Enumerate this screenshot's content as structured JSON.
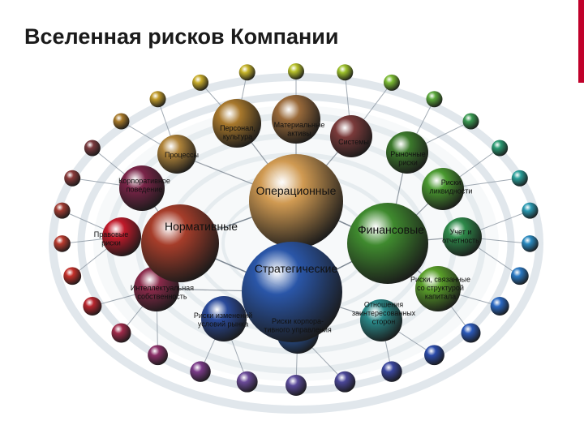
{
  "slide": {
    "title": "Вселенная рисков Компании",
    "accent_color": "#c0002a"
  },
  "categories": [
    {
      "id": "operational",
      "label": "Операционные",
      "color": "#d09a52"
    },
    {
      "id": "normative",
      "label": "Нормативные",
      "color": "#a63d2a"
    },
    {
      "id": "financial",
      "label": "Финансовые",
      "color": "#3f8a2e"
    },
    {
      "id": "strategic",
      "label": "Стратегические",
      "color": "#2a56a8"
    }
  ],
  "risk_nodes": [
    {
      "id": "personnel",
      "lines": [
        "Персонал,",
        "культура"
      ],
      "color": "#a8782c"
    },
    {
      "id": "assets",
      "lines": [
        "Материальные",
        "активы"
      ],
      "color": "#9a6a3a"
    },
    {
      "id": "systems",
      "lines": [
        "Системы"
      ],
      "color": "#7a3a3a"
    },
    {
      "id": "processes",
      "lines": [
        "Процессы"
      ],
      "color": "#b0843a"
    },
    {
      "id": "market",
      "lines": [
        "Рыночные",
        "риски"
      ],
      "color": "#3c7a2c"
    },
    {
      "id": "corporate",
      "lines": [
        "Корпоративное",
        "поведение"
      ],
      "color": "#7a2448"
    },
    {
      "id": "liquidity",
      "lines": [
        "Риски",
        "ликвидности"
      ],
      "color": "#4a9a30"
    },
    {
      "id": "legal",
      "lines": [
        "Правовые",
        "риски"
      ],
      "color": "#c01a2a"
    },
    {
      "id": "accounting",
      "lines": [
        "Учет и",
        "отчетность"
      ],
      "color": "#2e8a4a"
    },
    {
      "id": "ip",
      "lines": [
        "Интеллектуальная",
        "собственность"
      ],
      "color": "#8a2a4a"
    },
    {
      "id": "capital",
      "lines": [
        "Риски, связанные",
        "со структурой",
        "капитала"
      ],
      "color": "#5aa02a"
    },
    {
      "id": "stakeholders",
      "lines": [
        "Отношения",
        "заинтересованных",
        "сторон"
      ],
      "color": "#2a8a8a"
    },
    {
      "id": "market-change",
      "lines": [
        "Риски изменений",
        "условий рынка"
      ],
      "color": "#2a4a9a"
    },
    {
      "id": "governance",
      "lines": [
        "Риски корпора-",
        "тивного управления"
      ],
      "color": "#2a5aa8"
    }
  ],
  "outer_ring_colors": [
    "#b8c22a",
    "#9cc02a",
    "#7aba32",
    "#5aa83a",
    "#3a9a52",
    "#2a9a72",
    "#2aa09a",
    "#2a9ab2",
    "#2a8ac0",
    "#2a78c2",
    "#2a68c2",
    "#2a58b8",
    "#2a4aaa",
    "#3a469e",
    "#4a4698",
    "#5a4a9a",
    "#6a4a98",
    "#7a3a88",
    "#8a3068",
    "#a02a4a",
    "#b8262e",
    "#c4302a",
    "#b83a2e",
    "#a23c32",
    "#8a3a3a",
    "#7a3a3e",
    "#a87a2a",
    "#c09a2a",
    "#c8ac2a",
    "#c6b42a"
  ]
}
